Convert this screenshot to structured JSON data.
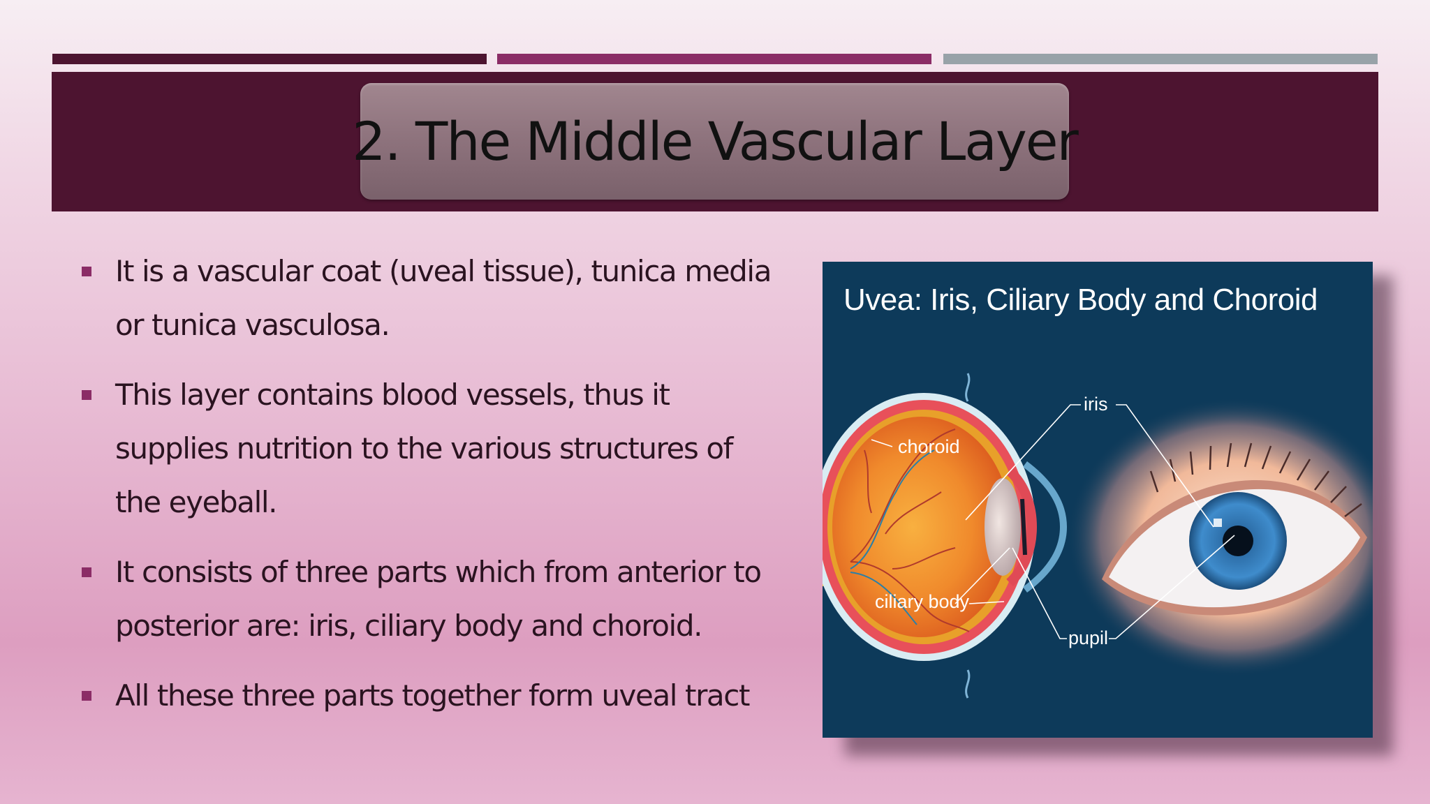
{
  "slide": {
    "title": "2.  The Middle Vascular Layer",
    "bullets": [
      "It is a vascular coat (uveal tissue), tunica media or tunica vasculosa.",
      "This layer contains blood vessels, thus it supplies nutrition to the various structures of the eyeball.",
      "It consists of three parts which from anterior to posterior are: iris, ciliary body and choroid.",
      "All these three parts together form uveal tract"
    ]
  },
  "figure": {
    "title": "Uvea: Iris, Ciliary Body and Choroid",
    "labels": {
      "choroid": "choroid",
      "ciliary_body": "ciliary body",
      "iris": "iris",
      "pupil": "pupil"
    }
  },
  "colors": {
    "accent_dark": "#4d1430",
    "accent_magenta": "#8b2c66",
    "accent_grey": "#98a2a8",
    "figure_bg": "#0d3a5a"
  }
}
